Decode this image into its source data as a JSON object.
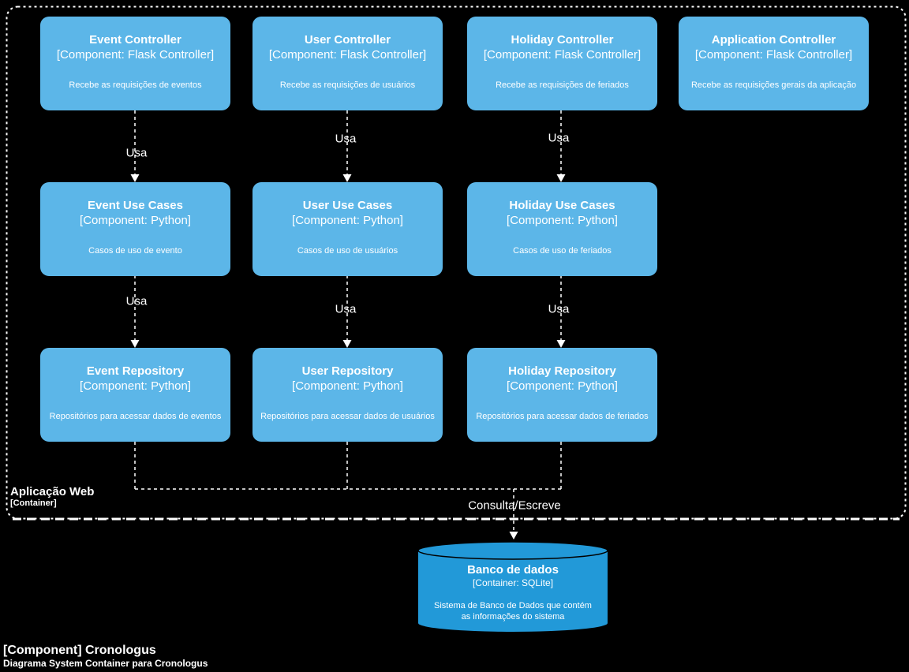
{
  "boundary": {
    "title": "Aplicação Web",
    "subtitle": "[Container]"
  },
  "footer": {
    "title": "[Component] Cronologus",
    "subtitle": "Diagrama System Container para Cronologus"
  },
  "edges": {
    "usa_label": "Usa",
    "db_label": "Consulta/Escreve"
  },
  "nodes": [
    {
      "title": "Event Controller",
      "tech": "[Component: Flask Controller]",
      "desc": "Recebe as requisições de eventos"
    },
    {
      "title": "User Controller",
      "tech": "[Component: Flask Controller]",
      "desc": "Recebe as requisições de usuários"
    },
    {
      "title": "Holiday Controller",
      "tech": "[Component: Flask Controller]",
      "desc": "Recebe as requisições de feriados"
    },
    {
      "title": "Application Controller",
      "tech": "[Component: Flask Controller]",
      "desc": "Recebe as requisições gerais da aplicação"
    },
    {
      "title": "Event Use Cases",
      "tech": "[Component: Python]",
      "desc": "Casos de uso de evento"
    },
    {
      "title": "User Use Cases",
      "tech": "[Component: Python]",
      "desc": "Casos de uso de usuários"
    },
    {
      "title": "Holiday Use Cases",
      "tech": "[Component: Python]",
      "desc": "Casos de uso de feriados"
    },
    {
      "title": "Event Repository",
      "tech": "[Component: Python]",
      "desc": "Repositórios para acessar dados de eventos"
    },
    {
      "title": "User Repository",
      "tech": "[Component: Python]",
      "desc": "Repositórios para acessar dados de usuários"
    },
    {
      "title": "Holiday Repository",
      "tech": "[Component: Python]",
      "desc": "Repositórios para acessar dados de feriados"
    }
  ],
  "database": {
    "title": "Banco de dados",
    "subtitle": "[Container: SQLite]",
    "desc": "Sistema de Banco de Dados que contém as informações do sistema"
  },
  "colors": {
    "node_fill": "#5CB6E8",
    "database_fill": "#2299D8",
    "background": "#000000",
    "text": "#FFFFFF",
    "outline": "#000000"
  }
}
